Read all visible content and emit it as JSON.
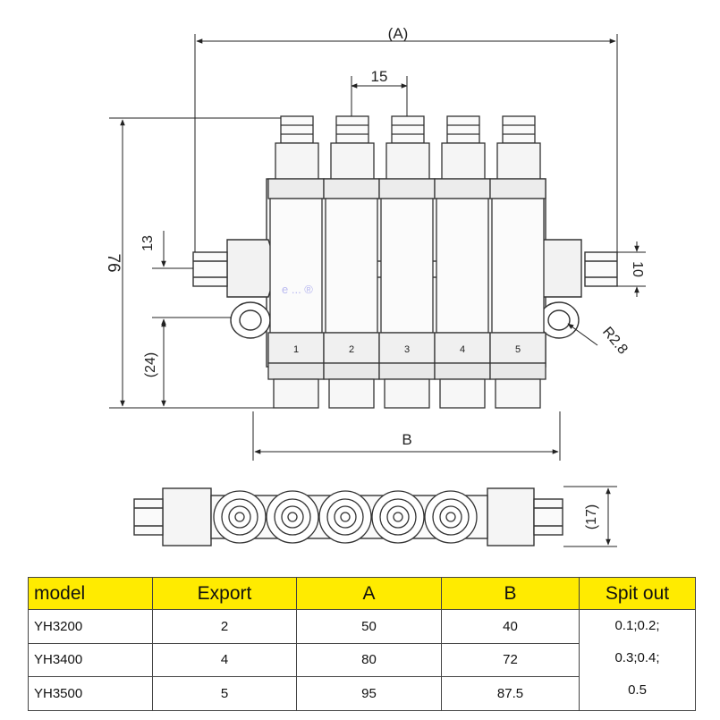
{
  "dimensions": {
    "overall_length": "(A)",
    "pitch": "15",
    "height": "76",
    "port_offset": "13",
    "mount_height": "(24)",
    "port_size": "10",
    "radius": "R2.8",
    "body_length": "B",
    "depth": "(17)"
  },
  "outlet_numbers": [
    "1",
    "2",
    "3",
    "4",
    "5"
  ],
  "watermark": "e ... ®",
  "colors": {
    "header": "#ffeb00",
    "line": "#333333"
  },
  "table": {
    "headers": {
      "model": "model",
      "export": "Export",
      "a": "A",
      "b": "B",
      "spit_out": "Spit out"
    },
    "rows": [
      {
        "model": "YH3200",
        "export": "2",
        "a": "50",
        "b": "40"
      },
      {
        "model": "YH3400",
        "export": "4",
        "a": "80",
        "b": "72"
      },
      {
        "model": "YH3500",
        "export": "5",
        "a": "95",
        "b": "87.5"
      }
    ],
    "spit_out_values": [
      "0.1;0.2;",
      "0.3;0.4;",
      "0.5"
    ]
  }
}
